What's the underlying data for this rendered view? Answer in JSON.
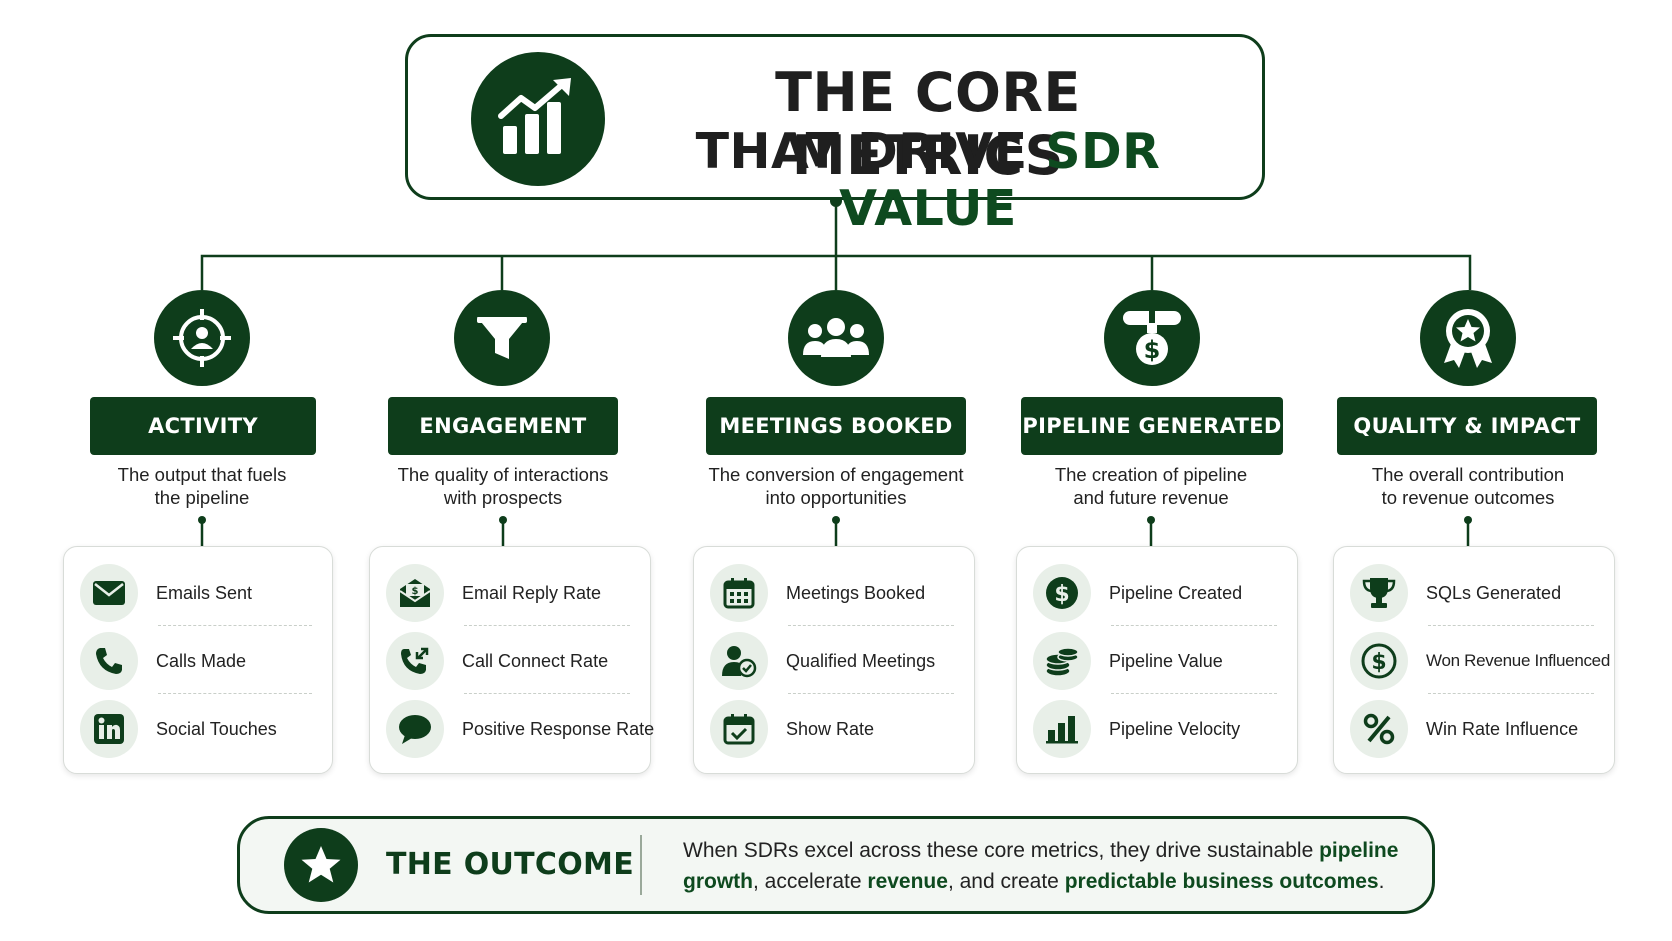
{
  "title": {
    "line1": "THE CORE METRICS",
    "line2_prefix": "THAT DRIVE ",
    "line2_highlight": "SDR VALUE",
    "icon": "growth-chart-icon"
  },
  "colors": {
    "primary": "#0e3d1b",
    "accent_text": "#0e4a1f",
    "icon_bg": "#e8efe8",
    "card_border": "#d8dcd8"
  },
  "categories": [
    {
      "label": "ACTIVITY",
      "icon": "target-person-icon",
      "description": [
        "The output that fuels",
        "the pipeline"
      ],
      "metrics": [
        {
          "label": "Emails Sent",
          "icon": "envelope-icon"
        },
        {
          "label": "Calls Made",
          "icon": "phone-icon"
        },
        {
          "label": "Social Touches",
          "icon": "linkedin-icon"
        }
      ]
    },
    {
      "label": "ENGAGEMENT",
      "icon": "funnel-icon",
      "description": [
        "The quality of interactions",
        "with prospects"
      ],
      "metrics": [
        {
          "label": "Email Reply Rate",
          "icon": "open-envelope-icon"
        },
        {
          "label": "Call Connect Rate",
          "icon": "phone-arrows-icon"
        },
        {
          "label": "Positive Response Rate",
          "icon": "chat-bubble-icon"
        }
      ]
    },
    {
      "label": "MEETINGS BOOKED",
      "icon": "people-group-icon",
      "description": [
        "The conversion of engagement",
        "into opportunities"
      ],
      "metrics": [
        {
          "label": "Meetings Booked",
          "icon": "calendar-icon"
        },
        {
          "label": "Qualified Meetings",
          "icon": "user-check-icon"
        },
        {
          "label": "Show Rate",
          "icon": "calendar-check-icon"
        }
      ]
    },
    {
      "label": "PIPELINE GENERATED",
      "icon": "pipeline-dollar-icon",
      "description": [
        "The creation of pipeline",
        "and future revenue"
      ],
      "metrics": [
        {
          "label": "Pipeline Created",
          "icon": "dollar-circle-icon"
        },
        {
          "label": "Pipeline Value",
          "icon": "coin-stack-icon"
        },
        {
          "label": "Pipeline Velocity",
          "icon": "bar-chart-icon"
        }
      ]
    },
    {
      "label": "QUALITY & IMPACT",
      "icon": "award-badge-icon",
      "description": [
        "The overall contribution",
        "to revenue outcomes"
      ],
      "metrics": [
        {
          "label": "SQLs Generated",
          "icon": "trophy-icon"
        },
        {
          "label": "Won Revenue Influenced",
          "icon": "dollar-outline-icon"
        },
        {
          "label": "Win Rate Influence",
          "icon": "percent-icon"
        }
      ]
    }
  ],
  "outcome": {
    "title": "THE OUTCOME",
    "icon": "star-icon",
    "text_parts": [
      "When SDRs excel across these core metrics, they drive sustainable ",
      "pipeline growth",
      ", accelerate ",
      "revenue",
      ", and create ",
      "predictable business outcomes",
      "."
    ]
  }
}
